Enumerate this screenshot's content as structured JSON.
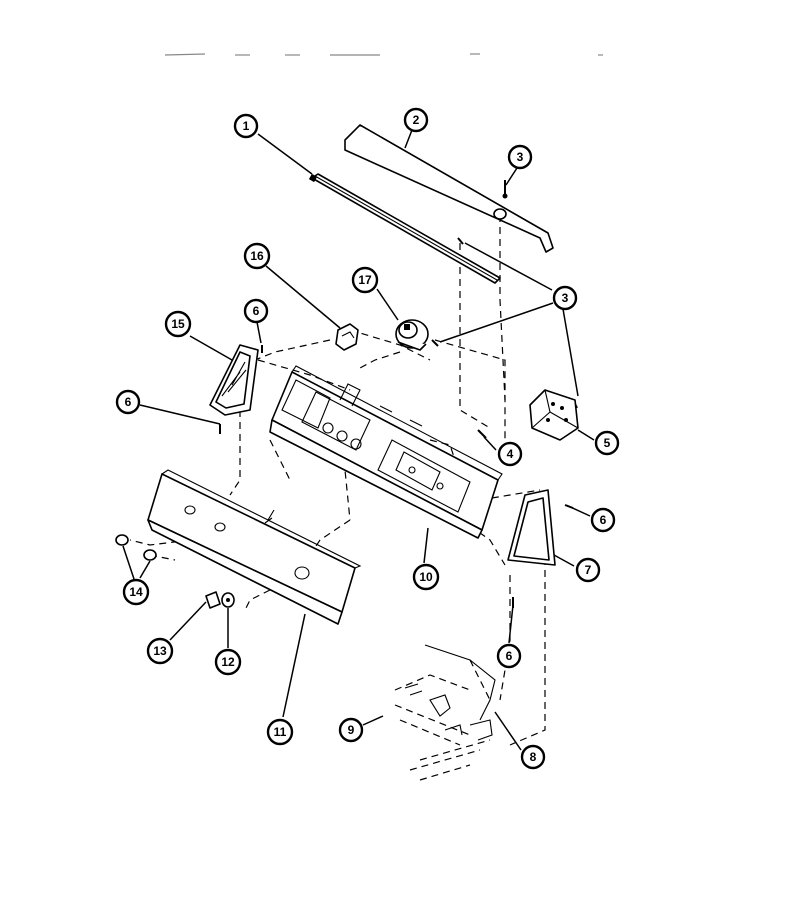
{
  "diagram": {
    "header_text": "",
    "callouts": [
      {
        "id": "c1",
        "label": "1"
      },
      {
        "id": "c2",
        "label": "2"
      },
      {
        "id": "c3a",
        "label": "3"
      },
      {
        "id": "c3b",
        "label": "3"
      },
      {
        "id": "c4",
        "label": "4"
      },
      {
        "id": "c5",
        "label": "5"
      },
      {
        "id": "c6a",
        "label": "6"
      },
      {
        "id": "c6b",
        "label": "6"
      },
      {
        "id": "c6c",
        "label": "6"
      },
      {
        "id": "c6d",
        "label": "6"
      },
      {
        "id": "c7",
        "label": "7"
      },
      {
        "id": "c8",
        "label": "8"
      },
      {
        "id": "c9",
        "label": "9"
      },
      {
        "id": "c10",
        "label": "10"
      },
      {
        "id": "c11",
        "label": "11"
      },
      {
        "id": "c12",
        "label": "12"
      },
      {
        "id": "c13",
        "label": "13"
      },
      {
        "id": "c14",
        "label": "14"
      },
      {
        "id": "c15",
        "label": "15"
      },
      {
        "id": "c16",
        "label": "16"
      },
      {
        "id": "c17",
        "label": "17"
      }
    ]
  }
}
